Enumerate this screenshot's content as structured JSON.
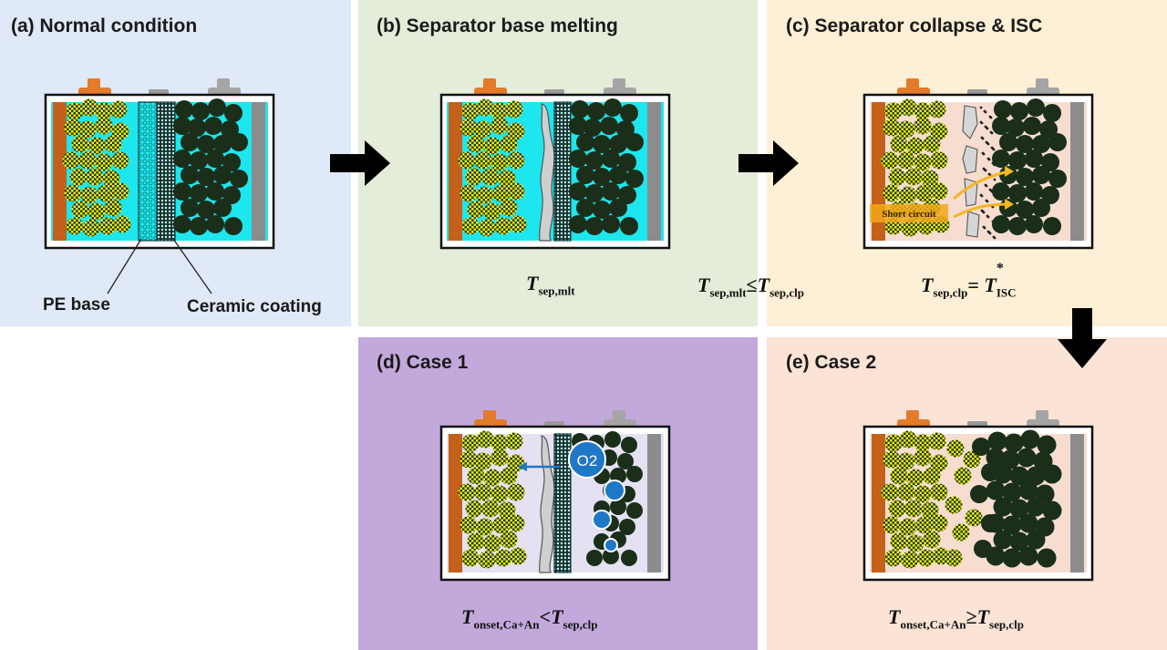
{
  "panels": {
    "a": {
      "title": "(a) Normal condition",
      "bg": "#dfe9f7"
    },
    "b": {
      "title": "(b) Separator base melting",
      "bg": "#e3edd9"
    },
    "c": {
      "title": "(c) Separator collapse & ISC",
      "bg": "#fdf0d6"
    },
    "d": {
      "title": "(d) Case 1",
      "bg": "#c3a8dc"
    },
    "e": {
      "title": "(e) Case 2",
      "bg": "#fbe3d6"
    }
  },
  "labels": {
    "pe_base": "PE base",
    "ceramic_coating": "Ceramic coating",
    "short_circuit": "Short circuit",
    "o2": "O2"
  },
  "captions": {
    "b": {
      "var": "T",
      "sub": "sep,mlt"
    },
    "bc": {
      "var1": "T",
      "sub1": "sep,mlt",
      "op": "≤",
      "var2": "T",
      "sub2": "sep,clp"
    },
    "c": {
      "var1": "T",
      "sub1": "sep,clp",
      "op": "= ",
      "var2": "T",
      "sup2": "*",
      "sub2": "ISC"
    },
    "d": {
      "var1": "T",
      "sub1": "onset,Ca+An",
      "op": "<",
      "var2": "T",
      "sub2": "sep,clp"
    },
    "e": {
      "var1": "T",
      "sub1": "onset,Ca+An",
      "op": "≥",
      "var2": "T",
      "sub2": "sep,clp"
    }
  },
  "colors": {
    "cathode_collector": "#c5601a",
    "anode_collector": "#8c8c8c",
    "electrolyte": "#1ee6ee",
    "cathode_particle": "#aab21e",
    "anode_particle": "#1a2e1a",
    "terminal_pos": "#e37b2b",
    "terminal_neg": "#a5a5a5",
    "oxygen": "#1f77c8",
    "arrow": "#000000"
  }
}
